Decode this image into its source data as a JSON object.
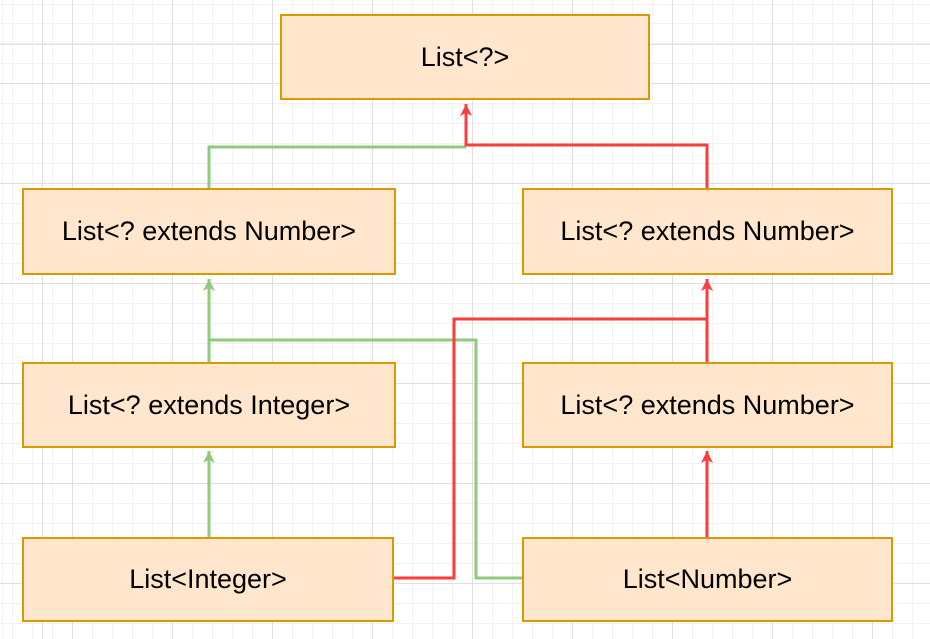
{
  "nodes": [
    {
      "id": "list-wildcard",
      "label": "List<?>"
    },
    {
      "id": "list-extends-number-left",
      "label": "List<? extends Number>"
    },
    {
      "id": "list-extends-number-right",
      "label": "List<? extends Number>"
    },
    {
      "id": "list-extends-integer",
      "label": "List<? extends Integer>"
    },
    {
      "id": "list-extends-number-lower-right",
      "label": "List<? extends Number>"
    },
    {
      "id": "list-integer",
      "label": "List<Integer>"
    },
    {
      "id": "list-number",
      "label": "List<Number>"
    }
  ],
  "edges": [
    {
      "from": "list-extends-number-left",
      "to": "list-wildcard",
      "color": "green"
    },
    {
      "from": "list-extends-number-right",
      "to": "list-wildcard",
      "color": "red"
    },
    {
      "from": "list-extends-integer",
      "to": "list-extends-number-left",
      "color": "green"
    },
    {
      "from": "list-number",
      "to": "list-extends-number-left",
      "color": "green"
    },
    {
      "from": "list-extends-number-lower-right",
      "to": "list-extends-number-right",
      "color": "red"
    },
    {
      "from": "list-integer",
      "to": "list-extends-number-right",
      "color": "red"
    },
    {
      "from": "list-integer",
      "to": "list-extends-integer",
      "color": "green"
    },
    {
      "from": "list-number",
      "to": "list-extends-number-lower-right",
      "color": "red"
    }
  ],
  "colors": {
    "node_fill": "#FFE6CC",
    "node_border": "#D79B00",
    "node_text": "#000000",
    "edge_green": "#90CA7D",
    "edge_red": "#FA3E3E",
    "grid_minor": "#F2F2F2",
    "grid_major": "#E0E0E0",
    "canvas_bg": "#FFFFFF"
  }
}
